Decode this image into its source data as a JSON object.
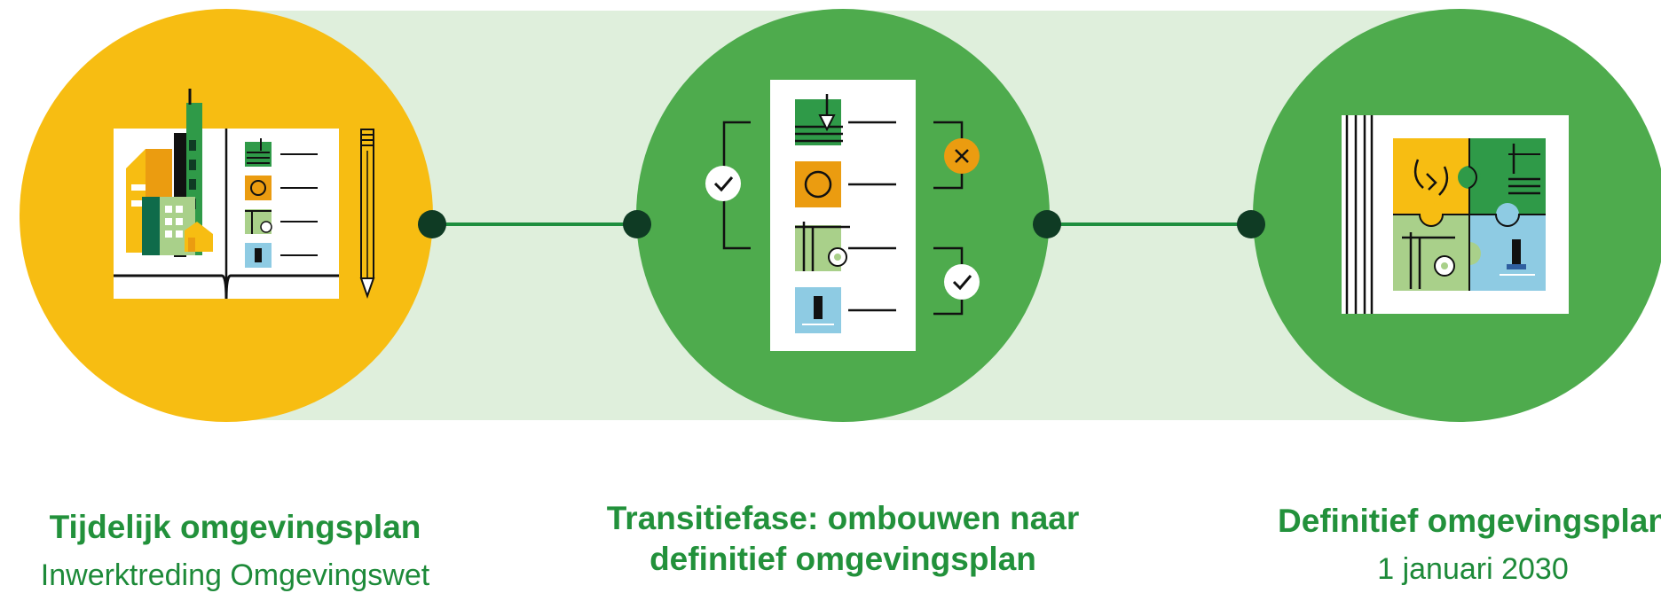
{
  "colors": {
    "band": "#dfefdc",
    "yellow": "#f7bd12",
    "green": "#4eab4d",
    "dark_node": "#0f3b24",
    "connector": "#1e8e3e",
    "title_green": "#22913b",
    "orange": "#eb9c10",
    "light_green": "#a9d08a",
    "light_blue": "#8ecbe3",
    "mid_green": "#2f9a48",
    "black": "#111111"
  },
  "steps": [
    {
      "title": "Tijdelijk omgevingsplan",
      "subtitle": "Inwerktreding Omgevingswet",
      "illustration": "open-book-city-icon"
    },
    {
      "title": "Transitiefase: ombouwen naar definitief omgevingsplan",
      "subtitle": "",
      "illustration": "checklist-sorting-icon"
    },
    {
      "title": "Definitief omgevingsplan",
      "subtitle": "1 januari 2030",
      "illustration": "puzzle-document-icon"
    }
  ]
}
